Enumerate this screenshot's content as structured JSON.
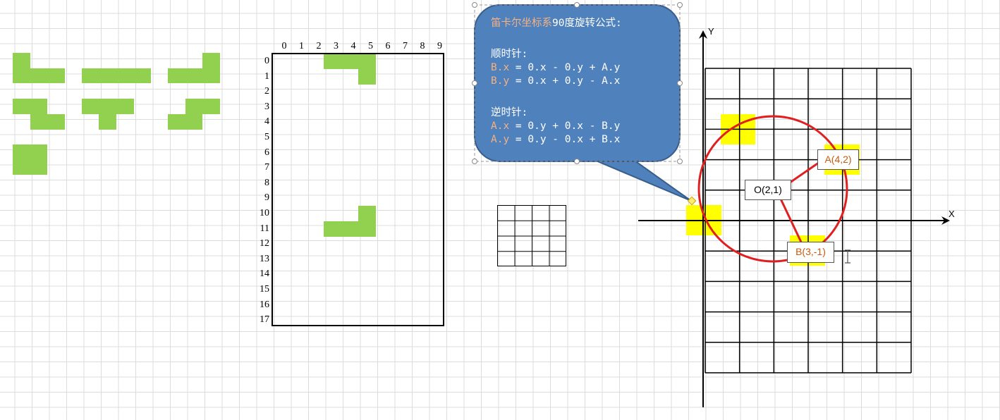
{
  "board": {
    "col_numbers": [
      "0",
      "1",
      "2",
      "3",
      "4",
      "5",
      "6",
      "7",
      "8",
      "9"
    ],
    "row_numbers": [
      "0",
      "1",
      "2",
      "3",
      "4",
      "5",
      "6",
      "7",
      "8",
      "9",
      "10",
      "11",
      "12",
      "13",
      "14",
      "15",
      "16",
      "17"
    ]
  },
  "callout": {
    "title_part1": "笛卡尔坐标系",
    "title_part2": "90度旋转公式:",
    "clockwise_label": "顺时针:",
    "cw_line1_var": "B.x",
    "cw_line1_rest": " = 0.x - 0.y + A.y",
    "cw_line2_var": "B.y",
    "cw_line2_rest": " = 0.x + 0.y - A.x",
    "counter_label": "逆时针:",
    "ccw_line1_var": "A.x",
    "ccw_line1_rest": " = 0.y + 0.x - B.y",
    "ccw_line2_var": "A.y",
    "ccw_line2_rest": " = 0.y - 0.x + B.x"
  },
  "axes": {
    "y_label": "Y",
    "x_label": "X"
  },
  "points": {
    "A": "A(4,2)",
    "O": "O(2,1)",
    "B": "B(3,-1)"
  },
  "colors": {
    "tetromino": "#92d050",
    "highlight": "#ffff00",
    "callout_fill": "#4f81bd",
    "circle": "#e02020",
    "label_orange": "#f4b183"
  }
}
